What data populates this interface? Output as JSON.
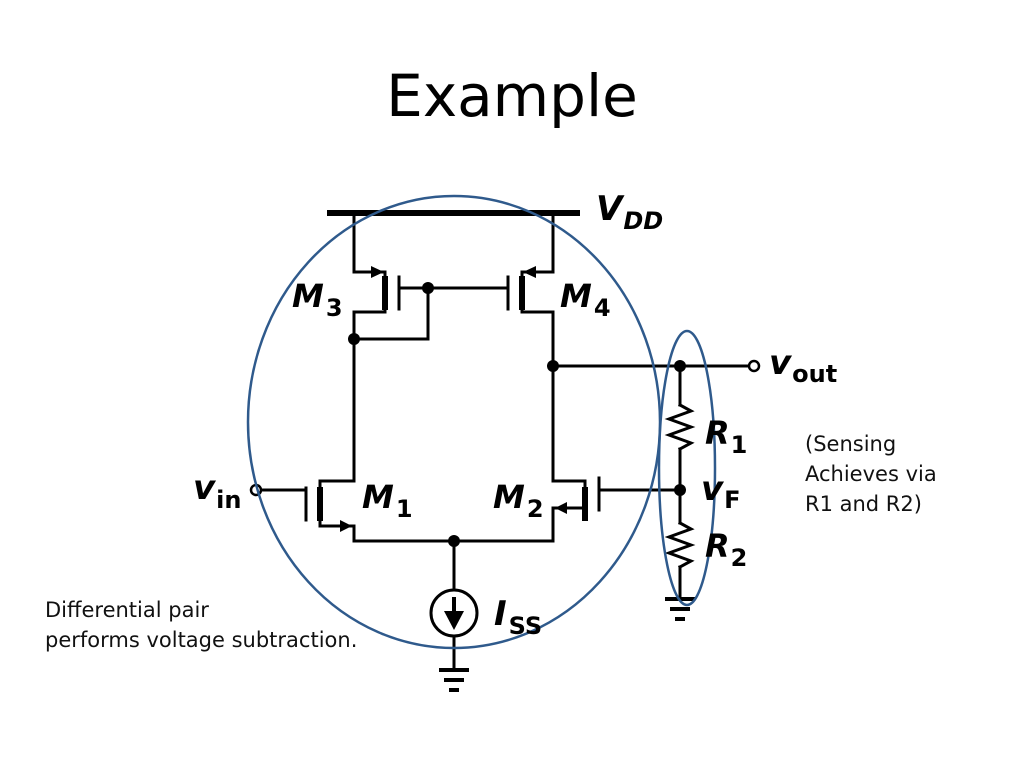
{
  "title": "Example",
  "labels": {
    "vdd_main": "V",
    "vdd_sub": "DD",
    "m3_main": "M",
    "m3_sub": "3",
    "m4_main": "M",
    "m4_sub": "4",
    "m1_main": "M",
    "m1_sub": "1",
    "m2_main": "M",
    "m2_sub": "2",
    "vout_main": "v",
    "vout_sub": "out",
    "vin_main": "v",
    "vin_sub": "in",
    "r1_main": "R",
    "r1_sub": "1",
    "r2_main": "R",
    "r2_sub": "2",
    "vf_main": "v",
    "vf_sub": "F",
    "iss_main": "I",
    "iss_sub": "SS"
  },
  "notes": {
    "sensing": [
      "(Sensing",
      "Achieves via",
      "R1 and R2)"
    ],
    "diff_pair": [
      "Differential pair",
      "performs voltage subtraction."
    ]
  },
  "colors": {
    "circuit": "#000000",
    "highlight": "#2f5a8c"
  }
}
